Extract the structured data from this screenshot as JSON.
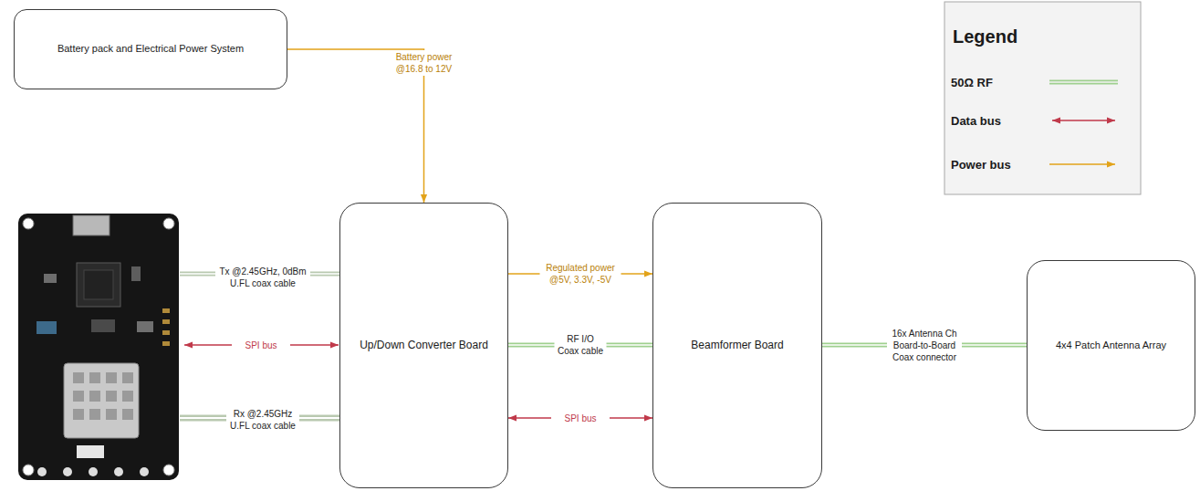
{
  "diagram": {
    "nodes": [
      {
        "text": [
          "Battery pack and Electrical Power System"
        ]
      },
      {
        "text": [
          "Up/Down Converter Board"
        ]
      },
      {
        "text": [
          "Beamformer Board"
        ]
      },
      {
        "text": [
          "4x4 Patch Antenna Array"
        ]
      }
    ],
    "edges": [
      {
        "from": 0,
        "to": 1,
        "arrow": "to",
        "label": "Battery power @16.8 to 12V"
      },
      {
        "from": 1,
        "to": 2,
        "arrow": "to",
        "label": "Regulated power @5V, 3.3V, -5V"
      },
      {
        "from": 1,
        "to": 2,
        "arrow": "none",
        "label": "RF I/O Coax cable"
      },
      {
        "from": 1,
        "to": 2,
        "arrow": "both",
        "label": "SPI bus"
      },
      {
        "from": 2,
        "to": 3,
        "arrow": "none",
        "label": "16x Antenna Ch Board-to-Board Coax connector"
      }
    ],
    "labels": [
      "Tx @2.45GHz, 0dBm U.FL coax cable",
      "SPI bus",
      "Rx @2.45GHz U.FL coax cable",
      "Legend"
    ],
    "legend": [
      {
        "text": "50Ω RF"
      },
      {
        "text": "Data bus"
      },
      {
        "text": "Power bus"
      }
    ]
  }
}
